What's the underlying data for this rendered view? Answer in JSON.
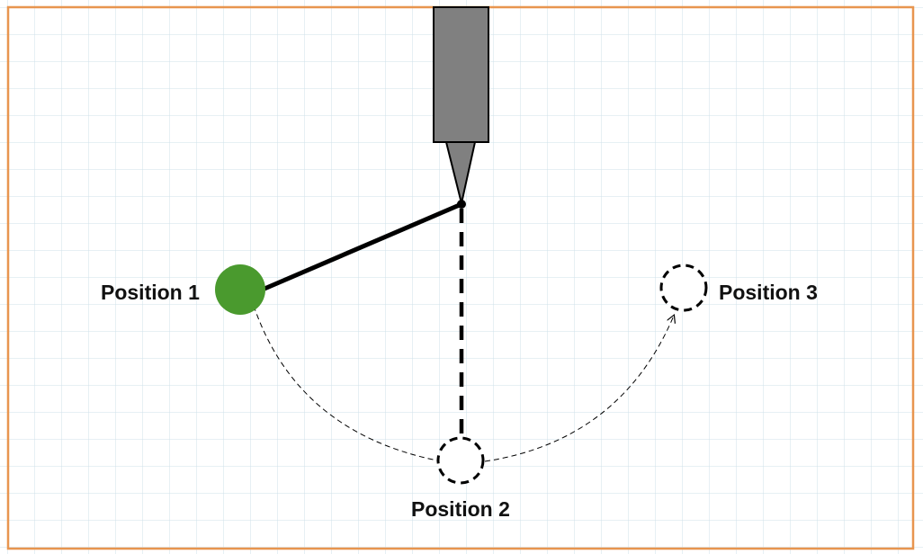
{
  "labels": {
    "position_1": "Position 1",
    "position_2": "Position 2",
    "position_3": "Position 3"
  },
  "colors": {
    "background": "#ffffff",
    "grid": "#cfe0ea",
    "border": "#e8954f",
    "holder_fill": "#808080",
    "ball_fill": "#4a9a2e",
    "ink": "#000000"
  },
  "icons": {
    "pendulum_support": "gray-rectangle-with-cone-tip",
    "pendulum_bob": "filled-green-circle",
    "ghost_bob": "dashed-circle"
  }
}
